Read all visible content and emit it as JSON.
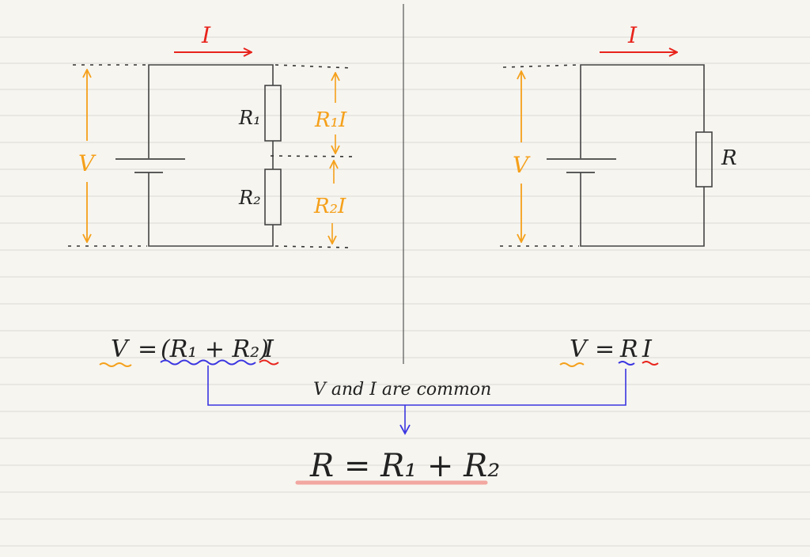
{
  "colors": {
    "paper": "#f6f5f0",
    "rule_line": "#d9d9d4",
    "wire": "#444444",
    "current_arrow": "#e8231b",
    "voltage": "#f5a01a",
    "common_bracket": "#3a35e0",
    "underline_pink": "#f2a7a0"
  },
  "left_circuit": {
    "current_label": "I",
    "voltage_label": "V",
    "resistor_top_label": "R₁",
    "resistor_bottom_label": "R₂",
    "drop_top_label": "R₁I",
    "drop_bottom_label": "R₂I",
    "equation": {
      "v": "V",
      "eq": "=",
      "resistance": "(R₁ + R₂)",
      "i": "I"
    }
  },
  "right_circuit": {
    "current_label": "I",
    "voltage_label": "V",
    "resistor_label": "R",
    "equation": {
      "v": "V",
      "eq": "=",
      "resistance": "R",
      "i": "I"
    }
  },
  "common_note": "V and I are common",
  "result": "R = R₁ + R₂",
  "icons": [
    "battery-icon",
    "resistor-icon",
    "arrow-right-icon",
    "arrow-down-icon"
  ]
}
